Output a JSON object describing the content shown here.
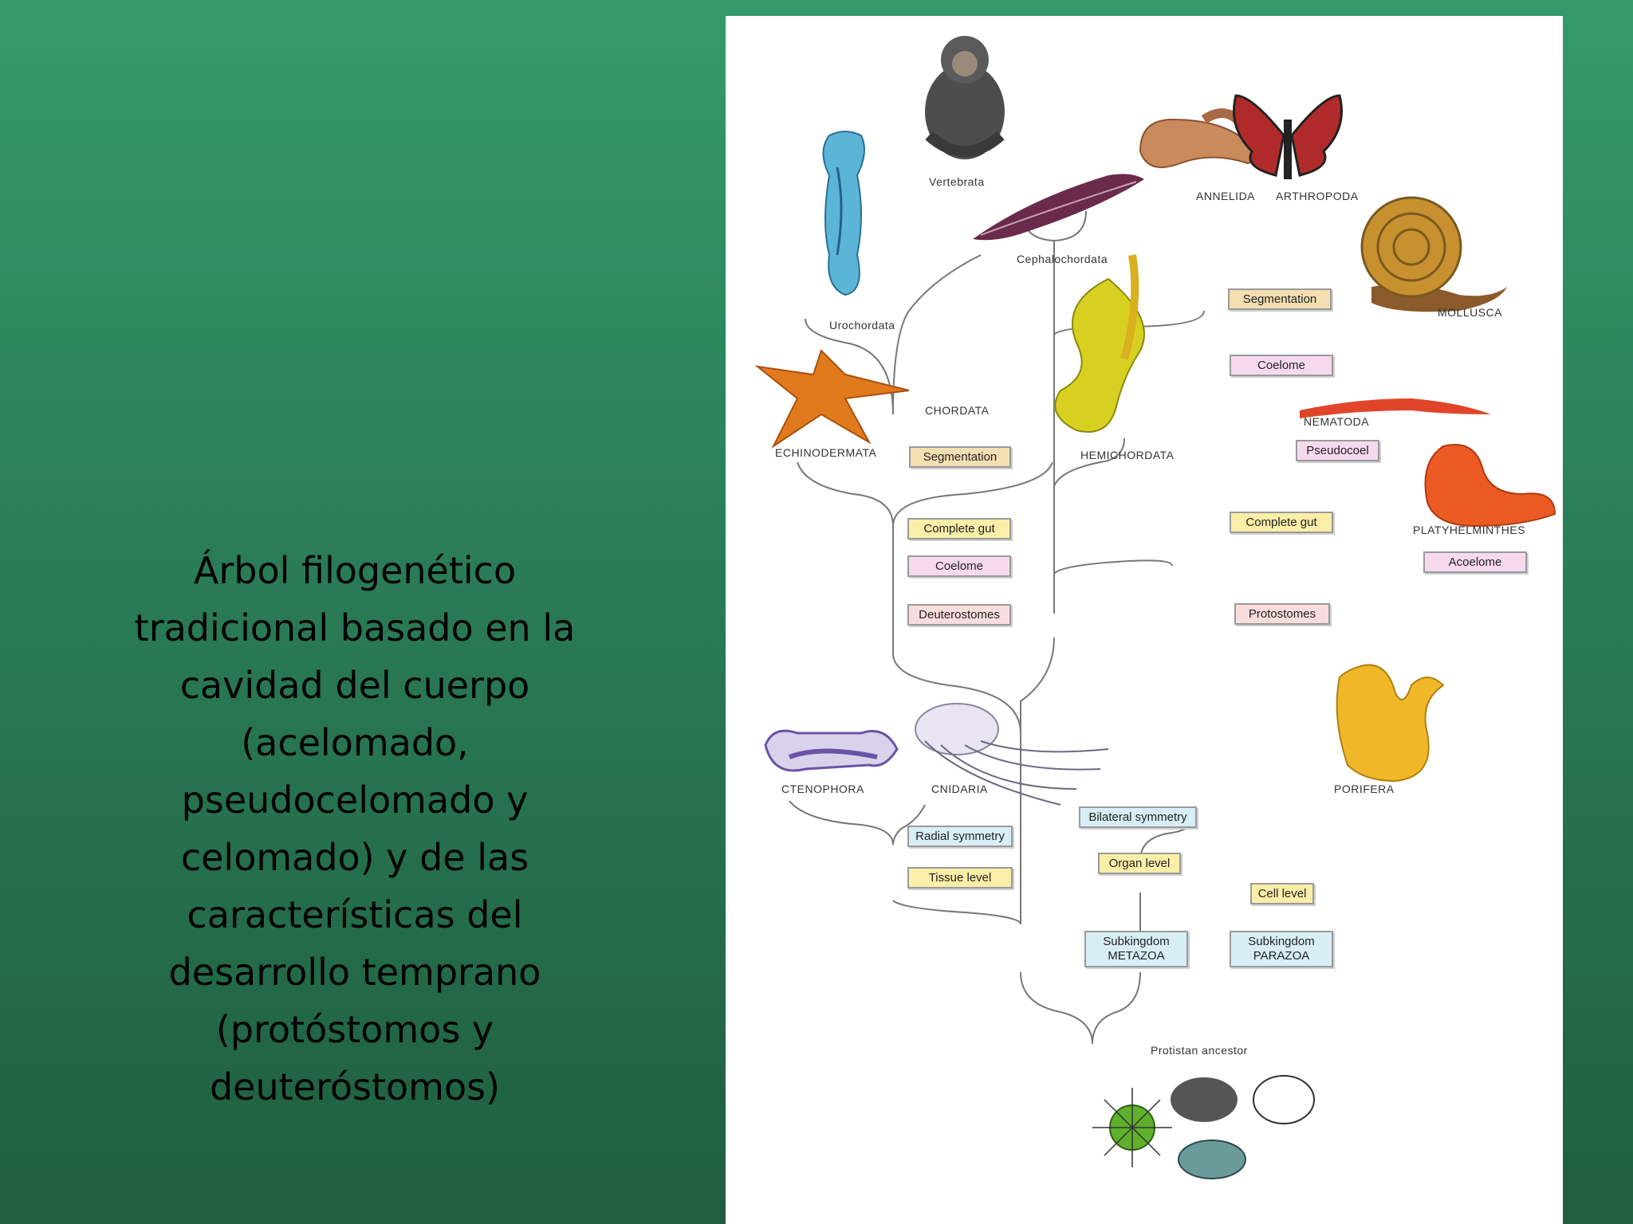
{
  "caption": "Árbol filogenético\ntradicional basado en la\ncavidad del cuerpo\n(acelomado,\npseudocelomado y\ncelomado) y de las\ncaracterísticas del\ndesarrollo temprano\n(protóstomos y\ndeuteróstomos)",
  "taxa": {
    "vertebrata": "Vertebrata",
    "cephalochordata": "Cephalochordata",
    "urochordata": "Urochordata",
    "annelida": "ANNELIDA",
    "arthropoda": "ARTHROPODA",
    "mollusca": "MOLLUSCA",
    "chordata": "CHORDATA",
    "echinodermata": "ECHINODERMATA",
    "hemichordata": "HEMICHORDATA",
    "nematoda": "NEMATODA",
    "platyhelminthes": "PLATYHELMINTHES",
    "ctenophora": "CTENOPHORA",
    "cnidaria": "CNIDARIA",
    "porifera": "PORIFERA",
    "protistan": "Protistan ancestor"
  },
  "traits": {
    "segmentation_right": "Segmentation",
    "coelome_right": "Coelome",
    "pseudocoel": "Pseudocoel",
    "complete_gut_right": "Complete gut",
    "acoelome": "Acoelome",
    "protostomes": "Protostomes",
    "segmentation_left": "Segmentation",
    "complete_gut_left": "Complete gut",
    "coelome_left": "Coelome",
    "deuterostomes": "Deuterostomes",
    "bilateral": "Bilateral symmetry",
    "organ_level": "Organ level",
    "radial": "Radial symmetry",
    "tissue_level": "Tissue level",
    "cell_level": "Cell level",
    "metazoa_1": "Subkingdom",
    "metazoa_2": "METAZOA",
    "parazoa_1": "Subkingdom",
    "parazoa_2": "PARAZOA"
  },
  "colors": {
    "star": "#e07a1c",
    "butterfly": "#b02a2a",
    "worm": "#c98a5c",
    "snail": "#c8912f",
    "sponge": "#f0b828",
    "nematode": "#e0452a",
    "flatworm": "#ec5a23",
    "tunicate": "#5ab5d6",
    "amphioxus": "#6a2a4a",
    "hemichordate": "#d8d020",
    "jelly": "#d9d2ea",
    "ctenophore": "#6a52a8",
    "protist": "#5fb02c"
  }
}
